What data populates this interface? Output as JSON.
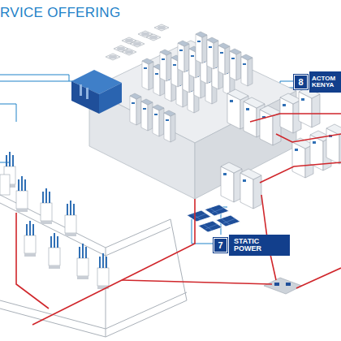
{
  "diagram": {
    "title": "RVICE OFFERING",
    "nodes": [
      {
        "text": [
          "8",
          "ACTOM KENYA"
        ]
      },
      {
        "text": [
          "7",
          "STATIC POWER"
        ]
      }
    ]
  }
}
